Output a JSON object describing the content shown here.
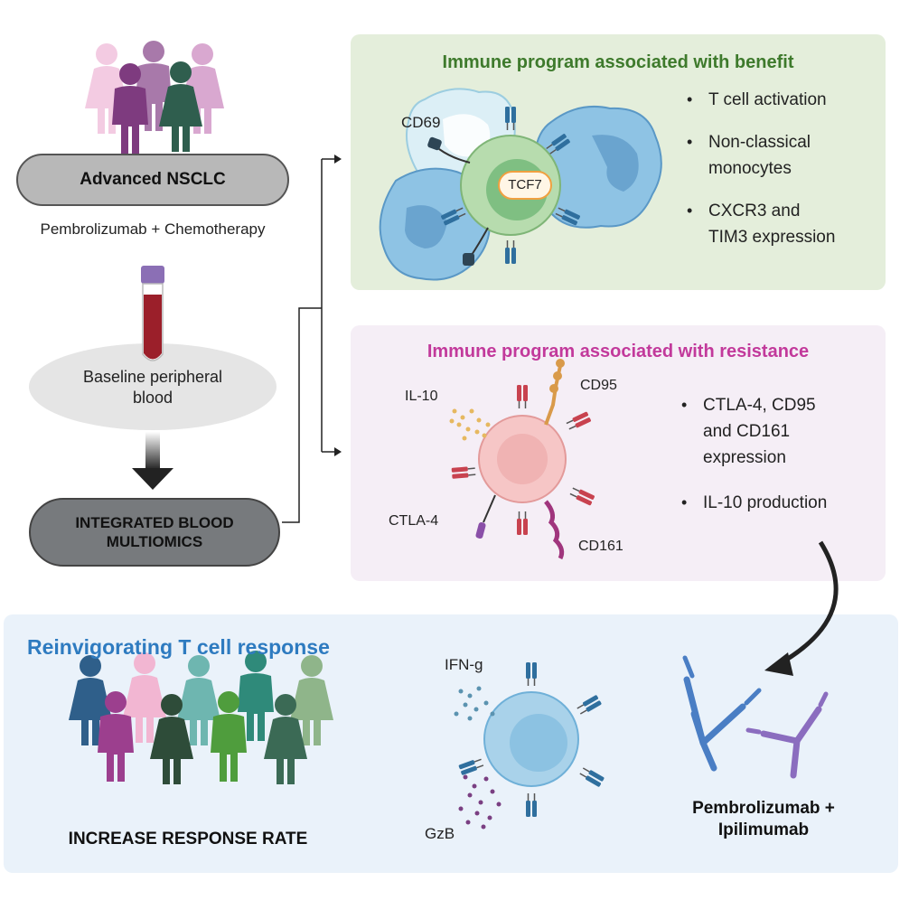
{
  "left": {
    "patient_group_label": "Advanced NSCLC",
    "treatment_label": "Pembrolizumab + Chemotherapy",
    "sample_label_line1": "Baseline peripheral",
    "sample_label_line2": "blood",
    "analysis_label_line1": "INTEGRATED BLOOD",
    "analysis_label_line2": "MULTIOMICS"
  },
  "benefit": {
    "title": "Immune program associated with benefit",
    "marker_cd69": "CD69",
    "marker_tcf7": "TCF7",
    "bullets": [
      [
        "T cell activation"
      ],
      [
        "Non-classical",
        "monocytes"
      ],
      [
        "CXCR3 and",
        "TIM3 expression"
      ]
    ]
  },
  "resistance": {
    "title": "Immune program associated with resistance",
    "marker_il10": "IL-10",
    "marker_cd95": "CD95",
    "marker_ctla4": "CTLA-4",
    "marker_cd161": "CD161",
    "bullets": [
      [
        "CTLA-4, CD95",
        "and CD161",
        "expression"
      ],
      [
        "IL-10 production"
      ]
    ]
  },
  "bottom": {
    "title": "Reinvigorating T cell response",
    "outcome_label": "INCREASE RESPONSE RATE",
    "marker_ifng": "IFN-g",
    "marker_gzb": "GzB",
    "drug_line1": "Pembrolizumab +",
    "drug_line2": "Ipilimumab"
  },
  "colors": {
    "benefit_title": "#3e7a2c",
    "resistance_title": "#c2399b",
    "bottom_title": "#2e7bc0",
    "benefit_bg": "#e4eedb",
    "resistance_bg": "#f5eef6",
    "bottom_bg": "#eaf2fa"
  }
}
